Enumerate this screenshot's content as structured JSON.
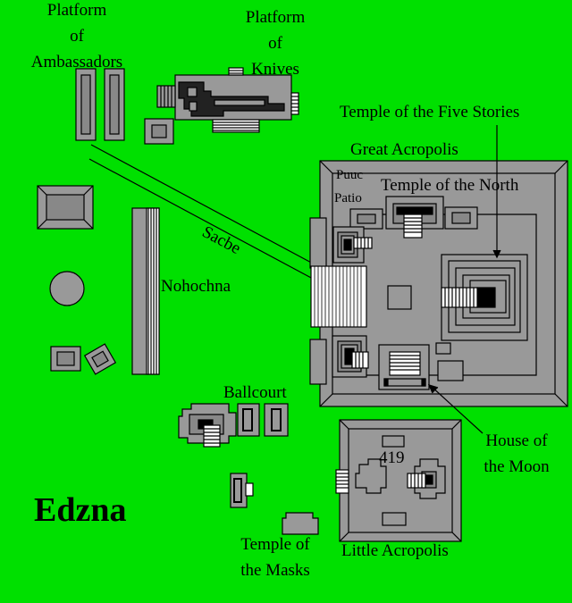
{
  "map": {
    "title": "Edzna",
    "background_color": "#00e000",
    "structure_color": "#999999",
    "labels": {
      "platform_ambassadors": [
        "Platform",
        "of",
        "Ambassadors"
      ],
      "platform_knives": [
        "Platform",
        "of",
        "Knives"
      ],
      "temple_five_stories": "Temple of the Five Stories",
      "great_acropolis": "Great Acropolis",
      "puuc_patio": [
        "Puuc",
        "Patio"
      ],
      "temple_north": "Temple of the North",
      "sacbe": "Sacbe",
      "nohochna": "Nohochna",
      "ballcourt": "Ballcourt",
      "house_moon": [
        "House of",
        "the Moon"
      ],
      "structure_419": "419",
      "temple_masks": [
        "Temple of",
        "the Masks"
      ],
      "little_acropolis": "Little Acropolis"
    }
  }
}
